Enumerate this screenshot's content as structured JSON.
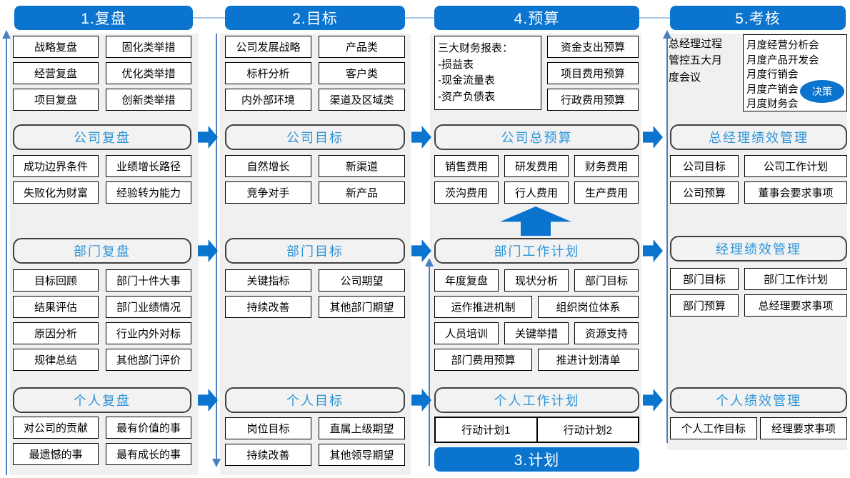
{
  "colors": {
    "header_blue": "#0a74cf",
    "arrow_blue": "#0a74cf",
    "thin_line_blue": "#4a7fc1",
    "connector_blue": "#a9c6e8",
    "panel_gray": "#f0f0f0",
    "section_text_blue": "#2e95d8"
  },
  "headers": {
    "review": "1.复盘",
    "goal": "2.目标",
    "budget": "4.预算",
    "assessment": "5.考核",
    "plan": "3.计划"
  },
  "review": {
    "top": [
      "战略复盘",
      "固化类举措",
      "经营复盘",
      "优化类举措",
      "项目复盘",
      "创新类举措"
    ],
    "company": {
      "title": "公司复盘",
      "items": [
        "成功边界条件",
        "业绩增长路径",
        "失败化为财富",
        "经验转为能力"
      ]
    },
    "dept": {
      "title": "部门复盘",
      "items": [
        "目标回顾",
        "部门十件大事",
        "结果评估",
        "部门业绩情况",
        "原因分析",
        "行业内外对标",
        "规律总结",
        "其他部门评价"
      ]
    },
    "personal": {
      "title": "个人复盘",
      "items": [
        "对公司的贡献",
        "最有价值的事",
        "最遗憾的事",
        "最有成长的事"
      ]
    }
  },
  "goal": {
    "top": [
      "公司发展战略",
      "产品类",
      "标杆分析",
      "客户类",
      "内外部环境",
      "渠道及区域类"
    ],
    "company": {
      "title": "公司目标",
      "items": [
        "自然增长",
        "新渠道",
        "竞争对手",
        "新产品"
      ]
    },
    "dept": {
      "title": "部门目标",
      "items": [
        "关键指标",
        "公司期望",
        "持续改善",
        "其他部门期望"
      ]
    },
    "personal": {
      "title": "个人目标",
      "items": [
        "岗位目标",
        "直属上级期望",
        "持续改善",
        "其他领导期望"
      ]
    }
  },
  "budget": {
    "reports": {
      "title": "三大财务报表：",
      "lines": [
        "-损益表",
        "-现金流量表",
        "-资产负债表"
      ]
    },
    "top_right": [
      "资金支出预算",
      "项目费用预算",
      "行政费用预算"
    ],
    "company": {
      "title": "公司总预算",
      "items": [
        "销售费用",
        "研发费用",
        "财务费用",
        "茨沟费用",
        "行人费用",
        "生产费用"
      ]
    },
    "dept": {
      "title": "部门工作计划",
      "items": [
        "年度复盘",
        "现状分析",
        "部门目标",
        "运作推进机制",
        "组织岗位体系",
        "人员培训",
        "关键举措",
        "资源支持",
        "部门费用预算",
        "推进计划清单"
      ]
    },
    "personal": {
      "title": "个人工作计划",
      "actions": [
        "行动计划1",
        "行动计划2"
      ]
    }
  },
  "assessment": {
    "note": "总经理过程管控五大月度会议",
    "meetings": [
      "月度经营分析会",
      "月度产品开发会",
      "月度行销会",
      "月度产销会",
      "月度财务会"
    ],
    "badge": "决策",
    "gm": {
      "title": "总经理绩效管理",
      "items": [
        "公司目标",
        "公司工作计划",
        "公司预算",
        "董事会要求事项"
      ]
    },
    "manager": {
      "title": "经理绩效管理",
      "items": [
        "部门目标",
        "部门工作计划",
        "部门预算",
        "总经理要求事项"
      ]
    },
    "personal": {
      "title": "个人绩效管理",
      "items": [
        "个人工作目标",
        "经理要求事项"
      ]
    }
  }
}
